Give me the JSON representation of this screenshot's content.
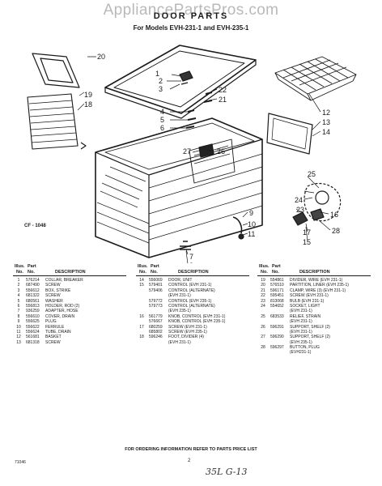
{
  "watermark": "AppliancePartsPros.com",
  "title": "DOOR PARTS",
  "subtitle": "For Models EVH-231-1 and EVH-235-1",
  "figure_code": "CF - 1048",
  "callouts": [
    "1",
    "2",
    "3",
    "4",
    "5",
    "6",
    "7",
    "8",
    "9",
    "10",
    "11",
    "12",
    "13",
    "14",
    "15",
    "16",
    "17",
    "18",
    "19",
    "20",
    "21",
    "22",
    "23",
    "24",
    "25",
    "26",
    "27",
    "28"
  ],
  "table_headers": {
    "illus": "Illus.",
    "no": "No.",
    "part": "Part",
    "part_no": "No.",
    "description": "DESCRIPTION"
  },
  "columns": [
    [
      {
        "illus": "1",
        "part": "576214",
        "desc": "COLLAR, BREAKER"
      },
      {
        "illus": "2",
        "part": "687490",
        "desc": "SCREW"
      },
      {
        "illus": "3",
        "part": "556612",
        "desc": "BOX, STRIKE"
      },
      {
        "illus": "4",
        "part": "681322",
        "desc": "SCREW"
      },
      {
        "illus": "5",
        "part": "680561",
        "desc": "WASHER"
      },
      {
        "illus": "6",
        "part": "556813",
        "desc": "HOLDER, ROD (2)"
      },
      {
        "illus": "7",
        "part": "936259",
        "desc": "ADAPTER, HOSE"
      },
      {
        "illus": "8",
        "part": "556610",
        "desc": "COVER, DRAIN"
      },
      {
        "illus": "9",
        "part": "556625",
        "desc": "PLUG"
      },
      {
        "illus": "10",
        "part": "556622",
        "desc": "FERRULE"
      },
      {
        "illus": "11",
        "part": "556624",
        "desc": "TUBE, DRAIN"
      },
      {
        "illus": "12",
        "part": "561681",
        "desc": "BASKET"
      },
      {
        "illus": "13",
        "part": "681318",
        "desc": "SCREW"
      }
    ],
    [
      {
        "illus": "14",
        "part": "556069",
        "desc": "DOOR, UNIT"
      },
      {
        "illus": "15",
        "part": "579401",
        "desc": "CONTROL (EVH 231-1)"
      },
      {
        "illus": "",
        "part": "579406",
        "desc": "CONTROL (ALTERNATE)"
      },
      {
        "illus": "",
        "part": "",
        "desc": "(EVH 231-1)"
      },
      {
        "illus": "",
        "part": "579772",
        "desc": "CONTROL (EVH 235-1)"
      },
      {
        "illus": "",
        "part": "579773",
        "desc": "CONTROL (ALTERNATE)"
      },
      {
        "illus": "",
        "part": "",
        "desc": "(EVH 235-1)"
      },
      {
        "illus": "16",
        "part": "561779",
        "desc": "KNOB, CONTROL (EVH 231-1)"
      },
      {
        "illus": "",
        "part": "576667",
        "desc": "KNOB, CONTROL (EVH 235-1)"
      },
      {
        "illus": "17",
        "part": "680259",
        "desc": "SCREW (EVH 231-1)"
      },
      {
        "illus": "",
        "part": "685802",
        "desc": "SCREW (EVH 235-1)"
      },
      {
        "illus": "18",
        "part": "596246",
        "desc": "FOOT, DIVIDER (4)"
      },
      {
        "illus": "",
        "part": "",
        "desc": "(EVH 231-1)"
      }
    ],
    [
      {
        "illus": "19",
        "part": "554861",
        "desc": "DIVIDER, WIRE (EVH 231-1)"
      },
      {
        "illus": "20",
        "part": "576510",
        "desc": "PARTITION, LINER (EVH 235-1)"
      },
      {
        "illus": "21",
        "part": "596171",
        "desc": "CLAMP, WIRE (3) (EVH 231-1)"
      },
      {
        "illus": "22",
        "part": "595451",
        "desc": "SCREW (EVH 231-1)"
      },
      {
        "illus": "23",
        "part": "813068",
        "desc": "BULB (EVH 231-1)"
      },
      {
        "illus": "24",
        "part": "554652",
        "desc": "SOCKET, LIGHT"
      },
      {
        "illus": "",
        "part": "",
        "desc": "(EVH 231-1)"
      },
      {
        "illus": "25",
        "part": "683533",
        "desc": "RELIEF, STRAIN"
      },
      {
        "illus": "",
        "part": "",
        "desc": "(EVH 231-1)"
      },
      {
        "illus": "26",
        "part": "596291",
        "desc": "SUPPORT, SHELF (2)"
      },
      {
        "illus": "",
        "part": "",
        "desc": "(EVH 231-1)"
      },
      {
        "illus": "27",
        "part": "596290",
        "desc": "SUPPORT, SHELF (2)"
      },
      {
        "illus": "",
        "part": "",
        "desc": "(EVH 235-1)"
      },
      {
        "illus": "28",
        "part": "596297",
        "desc": "BUTTON, PLUG"
      },
      {
        "illus": "",
        "part": "",
        "desc": "(EVH231-1)"
      }
    ]
  ],
  "footer": "FOR ORDERING INFORMATION REFER TO PARTS PRICE LIST",
  "page_number": "2",
  "doc_code": "71046",
  "handwritten": "35L G-13"
}
